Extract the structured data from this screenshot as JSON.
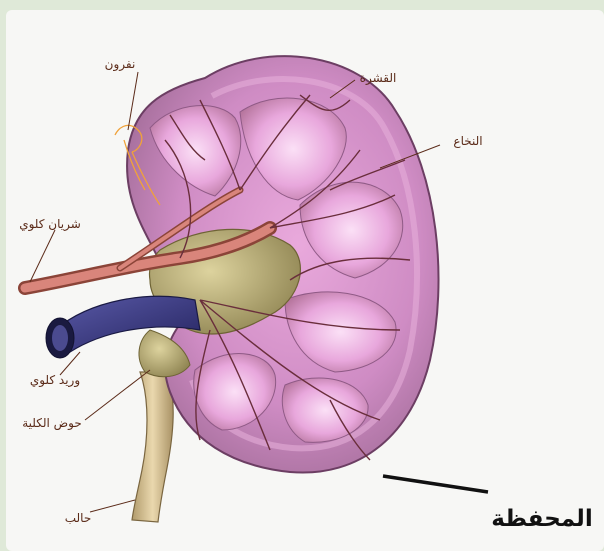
{
  "labels": {
    "nephron": "نفرون",
    "cortex": "القشرة",
    "medulla": "النخاع",
    "renal_artery": "شريان كلوي",
    "renal_vein": "وريد كلوي",
    "renal_pelvis": "حوض الكلية",
    "ureter": "حالب",
    "capsule": "المحفظة"
  },
  "colors": {
    "background": "#f7f7f5",
    "kidney_outer": "#b57aa6",
    "kidney_inner": "#e39ad6",
    "pyramid": "#f4c2ee",
    "pelvis": "#c9b77c",
    "artery": "#c77063",
    "vein": "#3b3a86",
    "ureter": "#dcc79e",
    "label_text": "#5b2b19"
  }
}
